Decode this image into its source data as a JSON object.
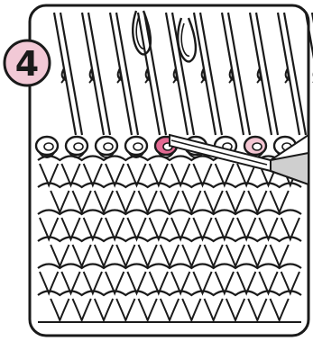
{
  "step_badge": {
    "number": "4",
    "fill_color": "#f2c9d6",
    "stroke_color": "#1a1a1a"
  },
  "colors": {
    "ink": "#1a1a1a",
    "highlight_pink": "#e36a93",
    "light_pink": "#f4c6d3",
    "tool_gray": "#cfcfcf",
    "background": "#ffffff"
  },
  "illustration": {
    "subject": "knitting-machine-needles-with-transfer-tool",
    "fabric_rows": 6,
    "stitches_per_row": 12,
    "needle_count": 10,
    "loop_count": 9
  }
}
